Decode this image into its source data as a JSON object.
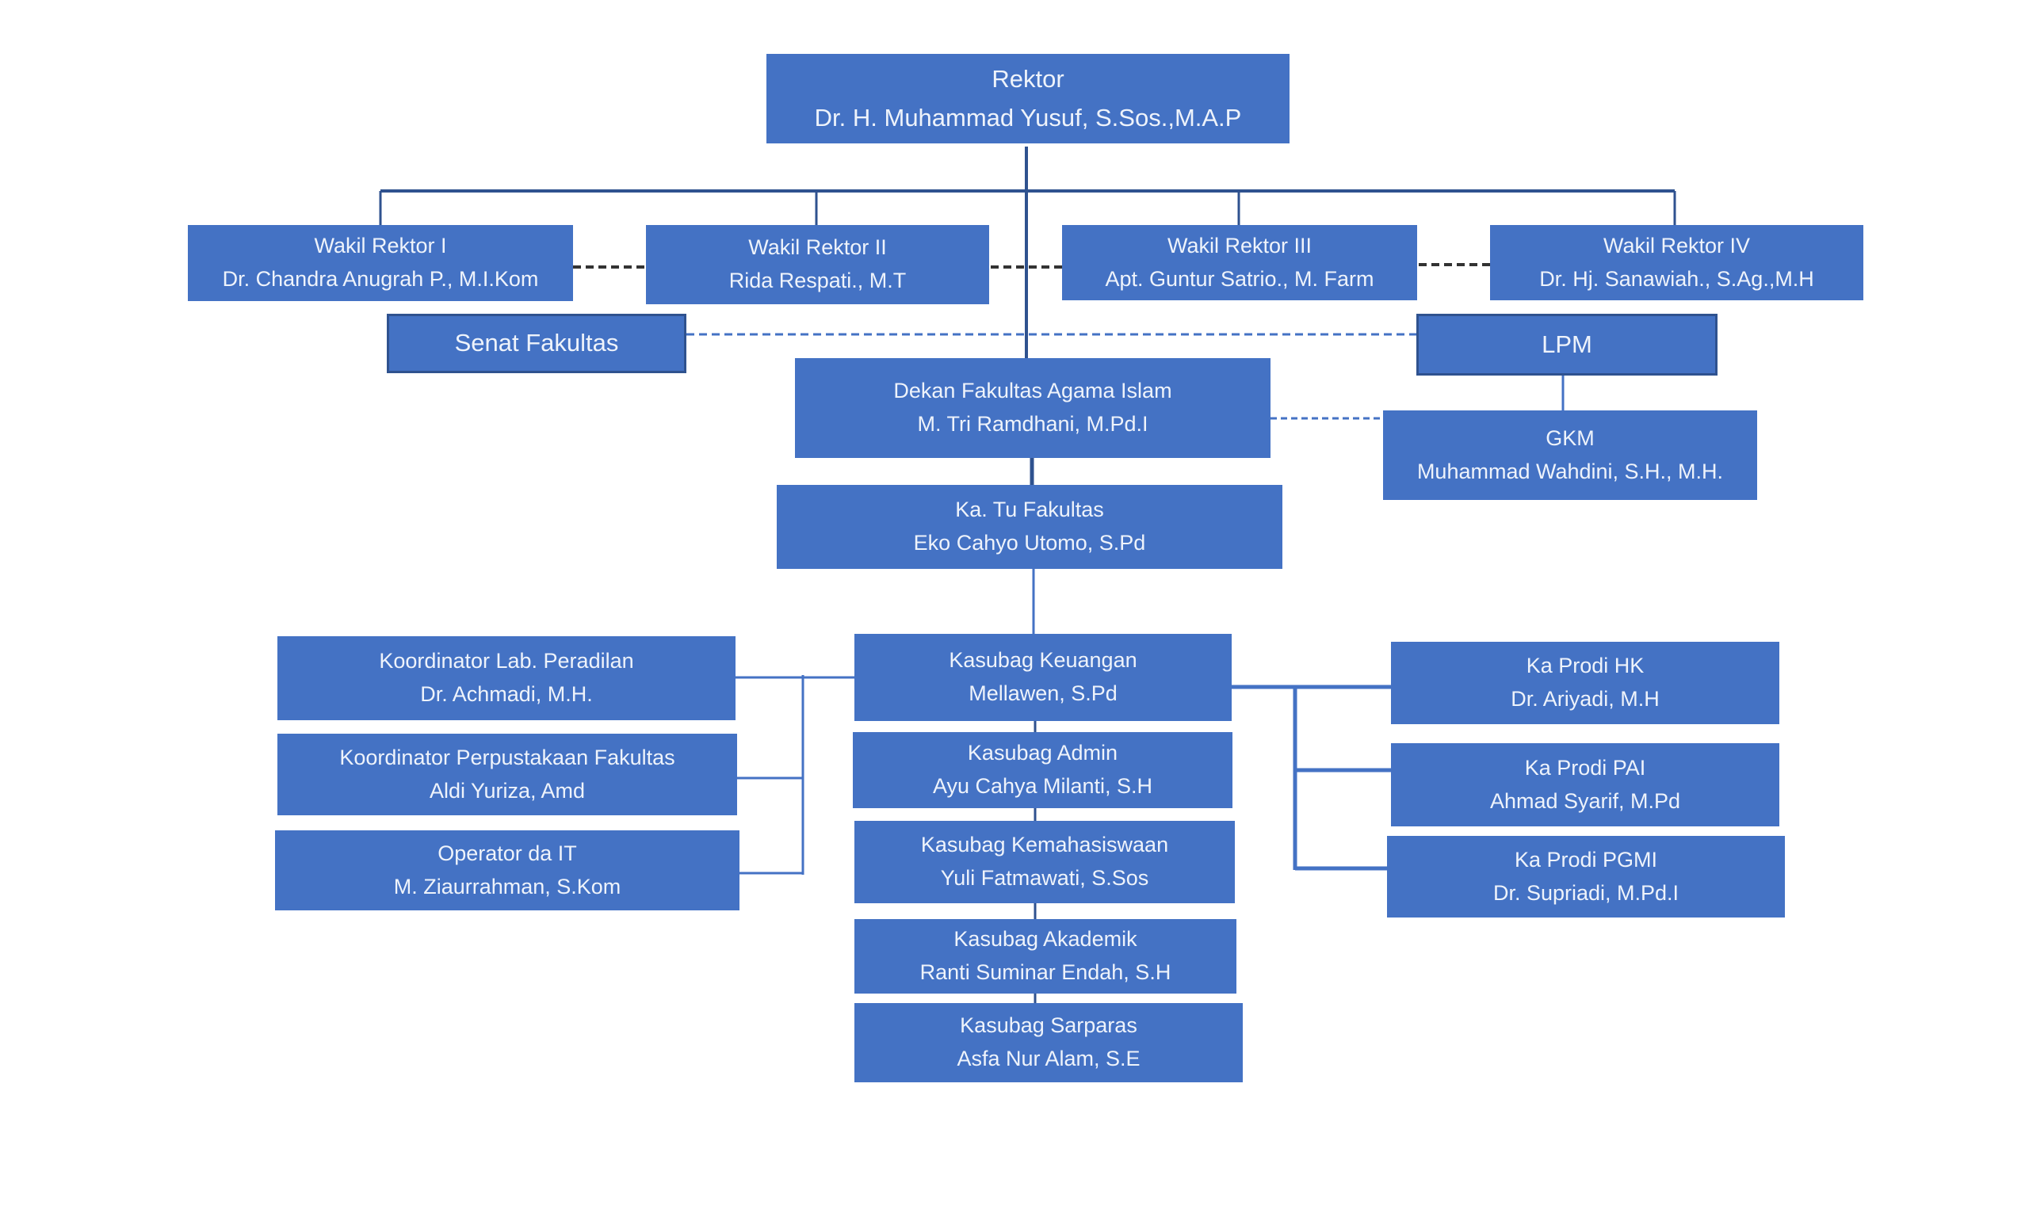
{
  "chart": {
    "rektor": {
      "title": "Rektor",
      "name": "Dr. H. Muhammad Yusuf, S.Sos.,M.A.P"
    },
    "wakil_rektor": [
      {
        "title": "Wakil Rektor I",
        "name": "Dr. Chandra Anugrah P., M.I.Kom"
      },
      {
        "title": "Wakil Rektor II",
        "name": "Rida Respati., M.T"
      },
      {
        "title": "Wakil Rektor III",
        "name": "Apt. Guntur Satrio., M. Farm"
      },
      {
        "title": "Wakil Rektor IV",
        "name": "Dr. Hj. Sanawiah., S.Ag.,M.H"
      }
    ],
    "senat": {
      "title": "Senat Fakultas"
    },
    "lpm": {
      "title": "LPM"
    },
    "dekan": {
      "title": "Dekan Fakultas Agama Islam",
      "name": "M. Tri Ramdhani, M.Pd.I"
    },
    "gkm": {
      "title": "GKM",
      "name": "Muhammad Wahdini, S.H., M.H."
    },
    "ka_tu": {
      "title": "Ka. Tu Fakultas",
      "name": "Eko Cahyo Utomo, S.Pd"
    },
    "koordinator": [
      {
        "title": "Koordinator Lab. Peradilan",
        "name": "Dr. Achmadi, M.H."
      },
      {
        "title": "Koordinator Perpustakaan Fakultas",
        "name": "Aldi Yuriza, Amd"
      },
      {
        "title": "Operator da IT",
        "name": "M. Ziaurrahman, S.Kom"
      }
    ],
    "kasubag": [
      {
        "title": "Kasubag Keuangan",
        "name": "Mellawen, S.Pd"
      },
      {
        "title": "Kasubag Admin",
        "name": "Ayu Cahya Milanti, S.H"
      },
      {
        "title": "Kasubag Kemahasiswaan",
        "name": "Yuli Fatmawati, S.Sos"
      },
      {
        "title": "Kasubag Akademik",
        "name": "Ranti Suminar Endah, S.H"
      },
      {
        "title": "Kasubag Sarparas",
        "name": "Asfa Nur Alam, S.E"
      }
    ],
    "prodi": [
      {
        "title": "Ka Prodi HK",
        "name": "Dr. Ariyadi, M.H"
      },
      {
        "title": "Ka Prodi PAI",
        "name": "Ahmad Syarif, M.Pd"
      },
      {
        "title": "Ka Prodi PGMI",
        "name": "Dr. Supriadi, M.Pd.I"
      }
    ]
  },
  "colors": {
    "box": "#4472c4",
    "line_dark": "#2f528f",
    "line_light": "#4472c4",
    "dash_dark": "#333333"
  }
}
